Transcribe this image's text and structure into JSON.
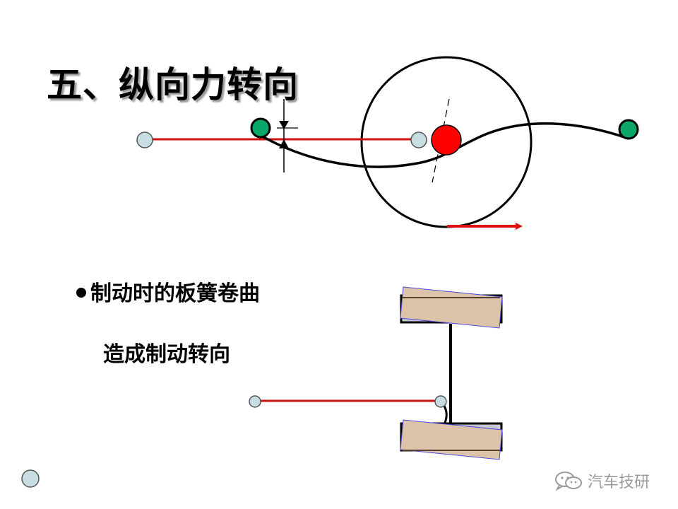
{
  "slide": {
    "title": "五、纵向力转向",
    "bullet_1": "制动时的板簧卷曲",
    "line_2": "造成制动转向"
  },
  "watermark": {
    "icon": "wechat-icon",
    "text": "汽车技研"
  },
  "colors": {
    "leaf_spring_line": "#cc1111",
    "axle_red": "#ff0000",
    "green_point": "#0aa66a",
    "pivot_point": "#c8dde2",
    "wheel_pad": "#dcc3a9",
    "arrow": "#dd1111"
  }
}
